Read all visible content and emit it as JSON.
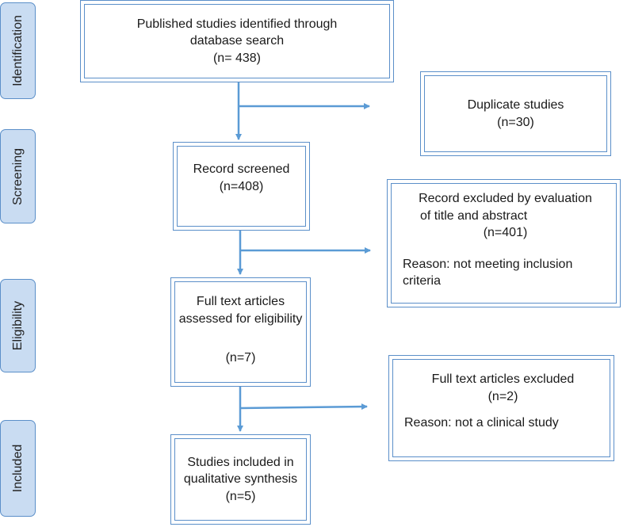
{
  "stages": [
    {
      "id": "identification",
      "label": "Identification"
    },
    {
      "id": "screening",
      "label": "Screening"
    },
    {
      "id": "eligibility",
      "label": "Eligibility"
    },
    {
      "id": "included",
      "label": "Included"
    }
  ],
  "boxes": {
    "identified": {
      "line1": "Published studies identified through",
      "line2": "database search",
      "count": "(n= 438)"
    },
    "duplicates": {
      "line1": "Duplicate studies",
      "count": "(n=30)"
    },
    "screened": {
      "line1": "Record screened",
      "count": "(n=408)"
    },
    "excluded_title": {
      "line1": "Record excluded by evaluation",
      "line2": "of title and abstract",
      "count": "(n=401)",
      "reason1": "Reason: not meeting inclusion",
      "reason2": "criteria"
    },
    "full_text": {
      "line1": "Full text articles",
      "line2": "assessed for eligibility",
      "count": "(n=7)"
    },
    "full_text_excluded": {
      "line1": "Full text articles excluded",
      "count": "(n=2)",
      "reason": "Reason: not a clinical study"
    },
    "included": {
      "line1": "Studies included in",
      "line2": "qualitative synthesis",
      "count": "(n=5)"
    }
  },
  "colors": {
    "border": "#5b8fc9",
    "tab_fill": "#c9dcf2",
    "arrow": "#5b9bd5"
  }
}
